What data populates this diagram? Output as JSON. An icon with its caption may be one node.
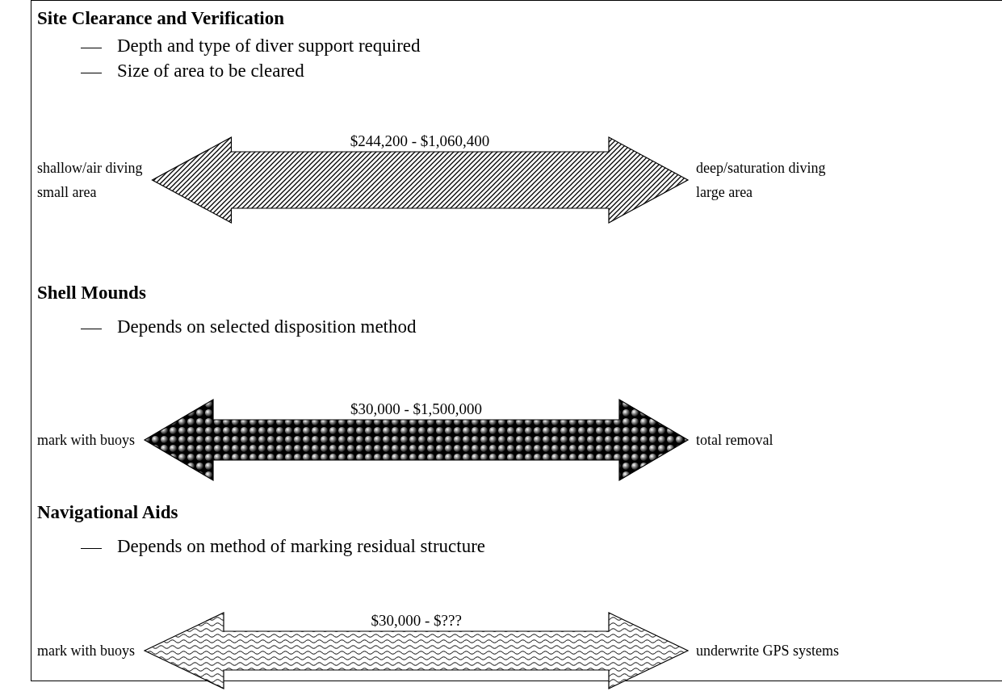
{
  "diagram": {
    "nodes": [
      {
        "text": [
          "shallow/air diving",
          "small area"
        ]
      },
      {
        "text": [
          "deep/saturation diving",
          "large area"
        ]
      },
      {
        "text": [
          "mark with buoys"
        ]
      },
      {
        "text": [
          "total removal"
        ]
      },
      {
        "text": [
          "mark with buoys"
        ]
      },
      {
        "text": [
          "underwrite GPS systems"
        ]
      }
    ],
    "edges": [
      {
        "from": 0,
        "to": 1,
        "arrow": "both",
        "label": "$244,200 - $1,060,400"
      },
      {
        "from": 2,
        "to": 3,
        "arrow": "both",
        "label": "$30,000 - $1,500,000"
      },
      {
        "from": 4,
        "to": 5,
        "arrow": "both",
        "label": "$30,000 - $???"
      }
    ],
    "labels": [
      "Site Clearance and Verification",
      "Depth and type of diver support required",
      "Size of area to be cleared",
      "Shell Mounds",
      "Depends on selected disposition method",
      "Navigational Aids",
      "Depends on method of marking residual structure"
    ]
  }
}
